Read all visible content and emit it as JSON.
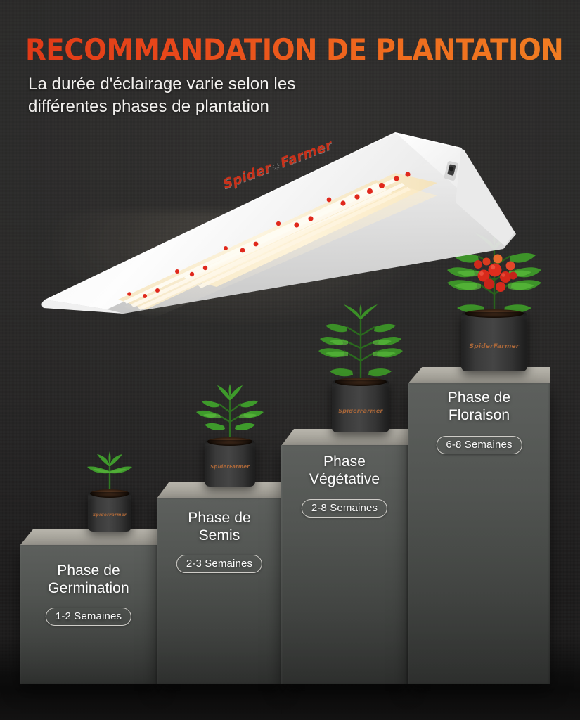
{
  "header": {
    "title": "RECOMMANDATION DE PLANTATION",
    "subtitle_line1": "La durée d'éclairage varie selon les",
    "subtitle_line2": "différentes phases de plantation",
    "title_color_start": "#e03a17",
    "title_color_end": "#f07d22",
    "subtitle_color": "#f2f0ee"
  },
  "product": {
    "brand_left": "Spider",
    "brand_mark": "✷",
    "brand_right": "Farmer",
    "brand_color": "#c9311a",
    "icon": "led-grow-light-bar"
  },
  "background": {
    "color": "#252525",
    "floor_color": "#141313"
  },
  "stages": [
    {
      "id": "germination",
      "label_line1": "Phase de",
      "label_line2": "Germination",
      "duration": "1-2 Semaines",
      "plant_icon": "seedling-icon",
      "pot_brand": "SpiderFarmer"
    },
    {
      "id": "semis",
      "label_line1": "Phase de",
      "label_line2": "Semis",
      "duration": "2-3 Semaines",
      "plant_icon": "young-plant-icon",
      "pot_brand": "SpiderFarmer"
    },
    {
      "id": "vegetative",
      "label_line1": "Phase",
      "label_line2": "Végétative",
      "duration": "2-8 Semaines",
      "plant_icon": "leafy-plant-icon",
      "pot_brand": "SpiderFarmer"
    },
    {
      "id": "floraison",
      "label_line1": "Phase de",
      "label_line2": "Floraison",
      "duration": "6-8 Semaines",
      "plant_icon": "fruiting-plant-icon",
      "pot_brand": "SpiderFarmer"
    }
  ]
}
